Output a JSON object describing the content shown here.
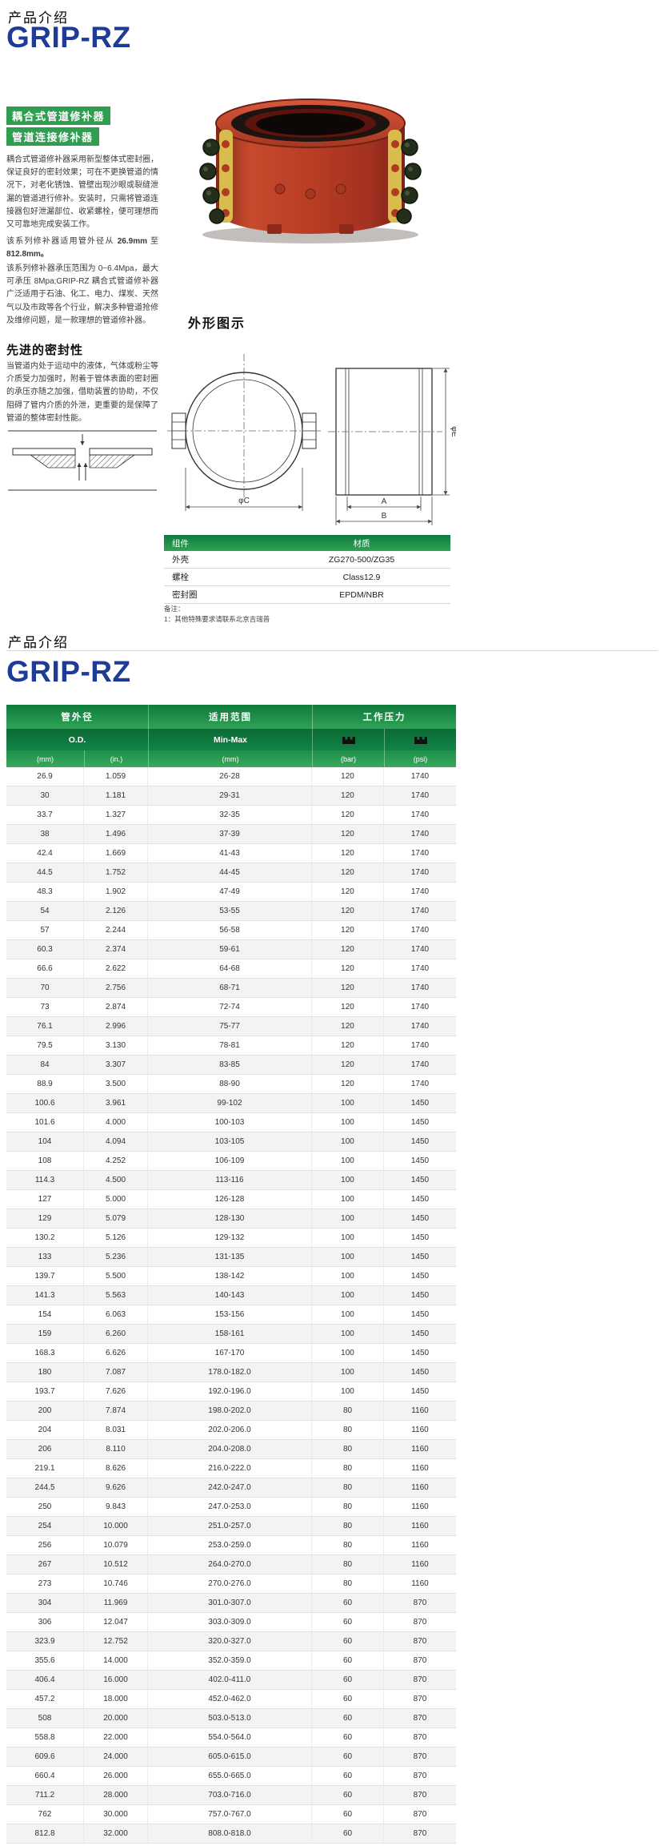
{
  "colors": {
    "brand_blue": "#1e3c96",
    "brand_green": "#2f9e50",
    "header_green_dark": "#0a6a33"
  },
  "page1": {
    "kicker": "产品介绍",
    "title": "GRIP-RZ",
    "badges": [
      "耦合式管道修补器",
      "管道连接修补器"
    ],
    "paragraph1": "耦合式管道修补器采用新型整体式密封圈，保证良好的密封效果；可在不更换管道的情况下，对老化锈蚀、管壁出现沙眼或裂缝泄漏的管道进行修补。安装时，只需将管道连接器包好泄漏部位、收紧螺栓，便可理想而又可靠地完成安装工作。",
    "p2_parts": [
      "该系列修补器适用管外径从",
      "26.9mm",
      "至",
      "812.8mm。"
    ],
    "paragraph3": "该系列修补器承压范围为 0~6.4Mpa，最大可承压 8Mpa;GRIP-RZ 耦合式管道修补器广泛适用于石油、化工、电力、煤炭、天然气以及市政等各个行业，解决多种管道抢修及维修问题，是一款理想的管道修补器。",
    "sealing": {
      "heading": "先进的密封性",
      "paragraph": "当管道内处于运动中的液体，气体或粉尘等介质受力加强时，附着于管体表面的密封圈的承压亦随之加强，借助装置的协助，不仅阻碍了管内介质的外泄，更重要的是保障了管道的整体密封性能。"
    },
    "outline": {
      "heading": "外形图示",
      "labels": {
        "front_dia": "φC",
        "side_dia": "φE",
        "dim_a": "A",
        "dim_b": "B"
      }
    },
    "materials": {
      "headers": [
        "组件",
        "材质"
      ],
      "rows": [
        {
          "component": "外壳",
          "material": "ZG270-500/ZG35"
        },
        {
          "component": "螺栓",
          "material": "Class12.9"
        },
        {
          "component": "密封圈",
          "material": "EPDM/NBR"
        }
      ],
      "note_title": "备注：",
      "note_line": "1：其他特殊要求请联系北京吉瑞普"
    },
    "icons": {
      "product_photo": "pipe-coupling-photo",
      "seal_diagram": "seal-cross-section-diagram",
      "outline_drawing": "technical-outline-drawing"
    }
  },
  "page2": {
    "kicker": "产品介绍",
    "title": "GRIP-RZ",
    "spec_table": {
      "group_headers": [
        "管外径",
        "适用范围",
        "工作压力"
      ],
      "sub_headers": [
        "O.D.",
        "Min-Max"
      ],
      "pressure_icons": [
        "pressure-icon",
        "pressure-icon"
      ],
      "unit_headers": [
        "(mm)",
        "(in.)",
        "(mm)",
        "(bar)",
        "(psi)"
      ],
      "rows": [
        [
          "26.9",
          "1.059",
          "26-28",
          "120",
          "1740"
        ],
        [
          "30",
          "1.181",
          "29-31",
          "120",
          "1740"
        ],
        [
          "33.7",
          "1.327",
          "32-35",
          "120",
          "1740"
        ],
        [
          "38",
          "1.496",
          "37-39",
          "120",
          "1740"
        ],
        [
          "42.4",
          "1.669",
          "41-43",
          "120",
          "1740"
        ],
        [
          "44.5",
          "1.752",
          "44-45",
          "120",
          "1740"
        ],
        [
          "48.3",
          "1.902",
          "47-49",
          "120",
          "1740"
        ],
        [
          "54",
          "2.126",
          "53-55",
          "120",
          "1740"
        ],
        [
          "57",
          "2.244",
          "56-58",
          "120",
          "1740"
        ],
        [
          "60.3",
          "2.374",
          "59-61",
          "120",
          "1740"
        ],
        [
          "66.6",
          "2.622",
          "64-68",
          "120",
          "1740"
        ],
        [
          "70",
          "2.756",
          "68-71",
          "120",
          "1740"
        ],
        [
          "73",
          "2.874",
          "72-74",
          "120",
          "1740"
        ],
        [
          "76.1",
          "2.996",
          "75-77",
          "120",
          "1740"
        ],
        [
          "79.5",
          "3.130",
          "78-81",
          "120",
          "1740"
        ],
        [
          "84",
          "3.307",
          "83-85",
          "120",
          "1740"
        ],
        [
          "88.9",
          "3.500",
          "88-90",
          "120",
          "1740"
        ],
        [
          "100.6",
          "3.961",
          "99-102",
          "100",
          "1450"
        ],
        [
          "101.6",
          "4.000",
          "100-103",
          "100",
          "1450"
        ],
        [
          "104",
          "4.094",
          "103-105",
          "100",
          "1450"
        ],
        [
          "108",
          "4.252",
          "106-109",
          "100",
          "1450"
        ],
        [
          "114.3",
          "4.500",
          "113-116",
          "100",
          "1450"
        ],
        [
          "127",
          "5.000",
          "126-128",
          "100",
          "1450"
        ],
        [
          "129",
          "5.079",
          "128-130",
          "100",
          "1450"
        ],
        [
          "130.2",
          "5.126",
          "129-132",
          "100",
          "1450"
        ],
        [
          "133",
          "5.236",
          "131-135",
          "100",
          "1450"
        ],
        [
          "139.7",
          "5.500",
          "138-142",
          "100",
          "1450"
        ],
        [
          "141.3",
          "5.563",
          "140-143",
          "100",
          "1450"
        ],
        [
          "154",
          "6.063",
          "153-156",
          "100",
          "1450"
        ],
        [
          "159",
          "6.260",
          "158-161",
          "100",
          "1450"
        ],
        [
          "168.3",
          "6.626",
          "167-170",
          "100",
          "1450"
        ],
        [
          "180",
          "7.087",
          "178.0-182.0",
          "100",
          "1450"
        ],
        [
          "193.7",
          "7.626",
          "192.0-196.0",
          "100",
          "1450"
        ],
        [
          "200",
          "7.874",
          "198.0-202.0",
          "80",
          "1160"
        ],
        [
          "204",
          "8.031",
          "202.0-206.0",
          "80",
          "1160"
        ],
        [
          "206",
          "8.110",
          "204.0-208.0",
          "80",
          "1160"
        ],
        [
          "219.1",
          "8.626",
          "216.0-222.0",
          "80",
          "1160"
        ],
        [
          "244.5",
          "9.626",
          "242.0-247.0",
          "80",
          "1160"
        ],
        [
          "250",
          "9.843",
          "247.0-253.0",
          "80",
          "1160"
        ],
        [
          "254",
          "10.000",
          "251.0-257.0",
          "80",
          "1160"
        ],
        [
          "256",
          "10.079",
          "253.0-259.0",
          "80",
          "1160"
        ],
        [
          "267",
          "10.512",
          "264.0-270.0",
          "80",
          "1160"
        ],
        [
          "273",
          "10.746",
          "270.0-276.0",
          "80",
          "1160"
        ],
        [
          "304",
          "11.969",
          "301.0-307.0",
          "60",
          "870"
        ],
        [
          "306",
          "12.047",
          "303.0-309.0",
          "60",
          "870"
        ],
        [
          "323.9",
          "12.752",
          "320.0-327.0",
          "60",
          "870"
        ],
        [
          "355.6",
          "14.000",
          "352.0-359.0",
          "60",
          "870"
        ],
        [
          "406.4",
          "16.000",
          "402.0-411.0",
          "60",
          "870"
        ],
        [
          "457.2",
          "18.000",
          "452.0-462.0",
          "60",
          "870"
        ],
        [
          "508",
          "20.000",
          "503.0-513.0",
          "60",
          "870"
        ],
        [
          "558.8",
          "22.000",
          "554.0-564.0",
          "60",
          "870"
        ],
        [
          "609.6",
          "24.000",
          "605.0-615.0",
          "60",
          "870"
        ],
        [
          "660.4",
          "26.000",
          "655.0-665.0",
          "60",
          "870"
        ],
        [
          "711.2",
          "28.000",
          "703.0-716.0",
          "60",
          "870"
        ],
        [
          "762",
          "30.000",
          "757.0-767.0",
          "60",
          "870"
        ],
        [
          "812.8",
          "32.000",
          "808.0-818.0",
          "60",
          "870"
        ]
      ]
    }
  }
}
